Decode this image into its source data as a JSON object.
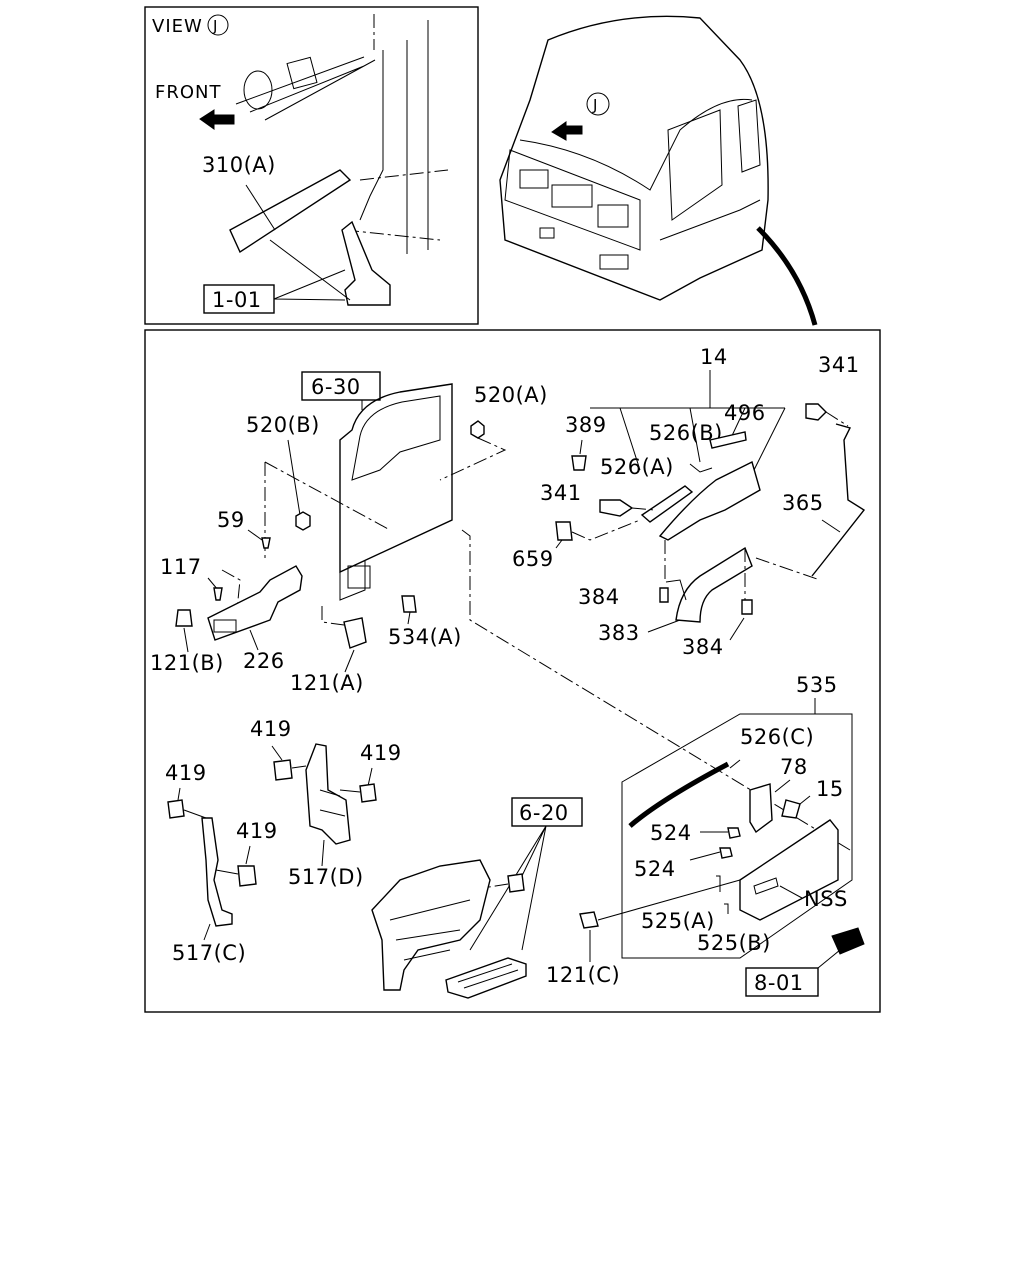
{
  "view_inset": {
    "title": "VIEW",
    "marker": "J",
    "front_label": "FRONT",
    "part_310a": "310(A)",
    "ref_1_01": "1-01"
  },
  "cab": {
    "marker": "J"
  },
  "refs": {
    "r6_30": "6-30",
    "r6_20": "6-20",
    "r8_01": "8-01"
  },
  "labels": {
    "l520a": "520(A)",
    "l520b": "520(B)",
    "l59": "59",
    "l117": "117",
    "l121b": "121(B)",
    "l226": "226",
    "l121a": "121(A)",
    "l534a": "534(A)",
    "l14": "14",
    "l389": "389",
    "l526b": "526(B)",
    "l496": "496",
    "l526a": "526(A)",
    "l341a": "341",
    "l341b": "341",
    "l659": "659",
    "l365": "365",
    "l384a": "384",
    "l383": "383",
    "l384b": "384",
    "l535": "535",
    "l526c": "526(C)",
    "l78": "78",
    "l15": "15",
    "l524a": "524",
    "l524b": "524",
    "lnss": "NSS",
    "l525a": "525(A)",
    "l525b": "525(B)",
    "l121c": "121(C)",
    "l419a": "419",
    "l419b": "419",
    "l419c": "419",
    "l419d": "419",
    "l517d": "517(D)",
    "l517c": "517(C)"
  }
}
